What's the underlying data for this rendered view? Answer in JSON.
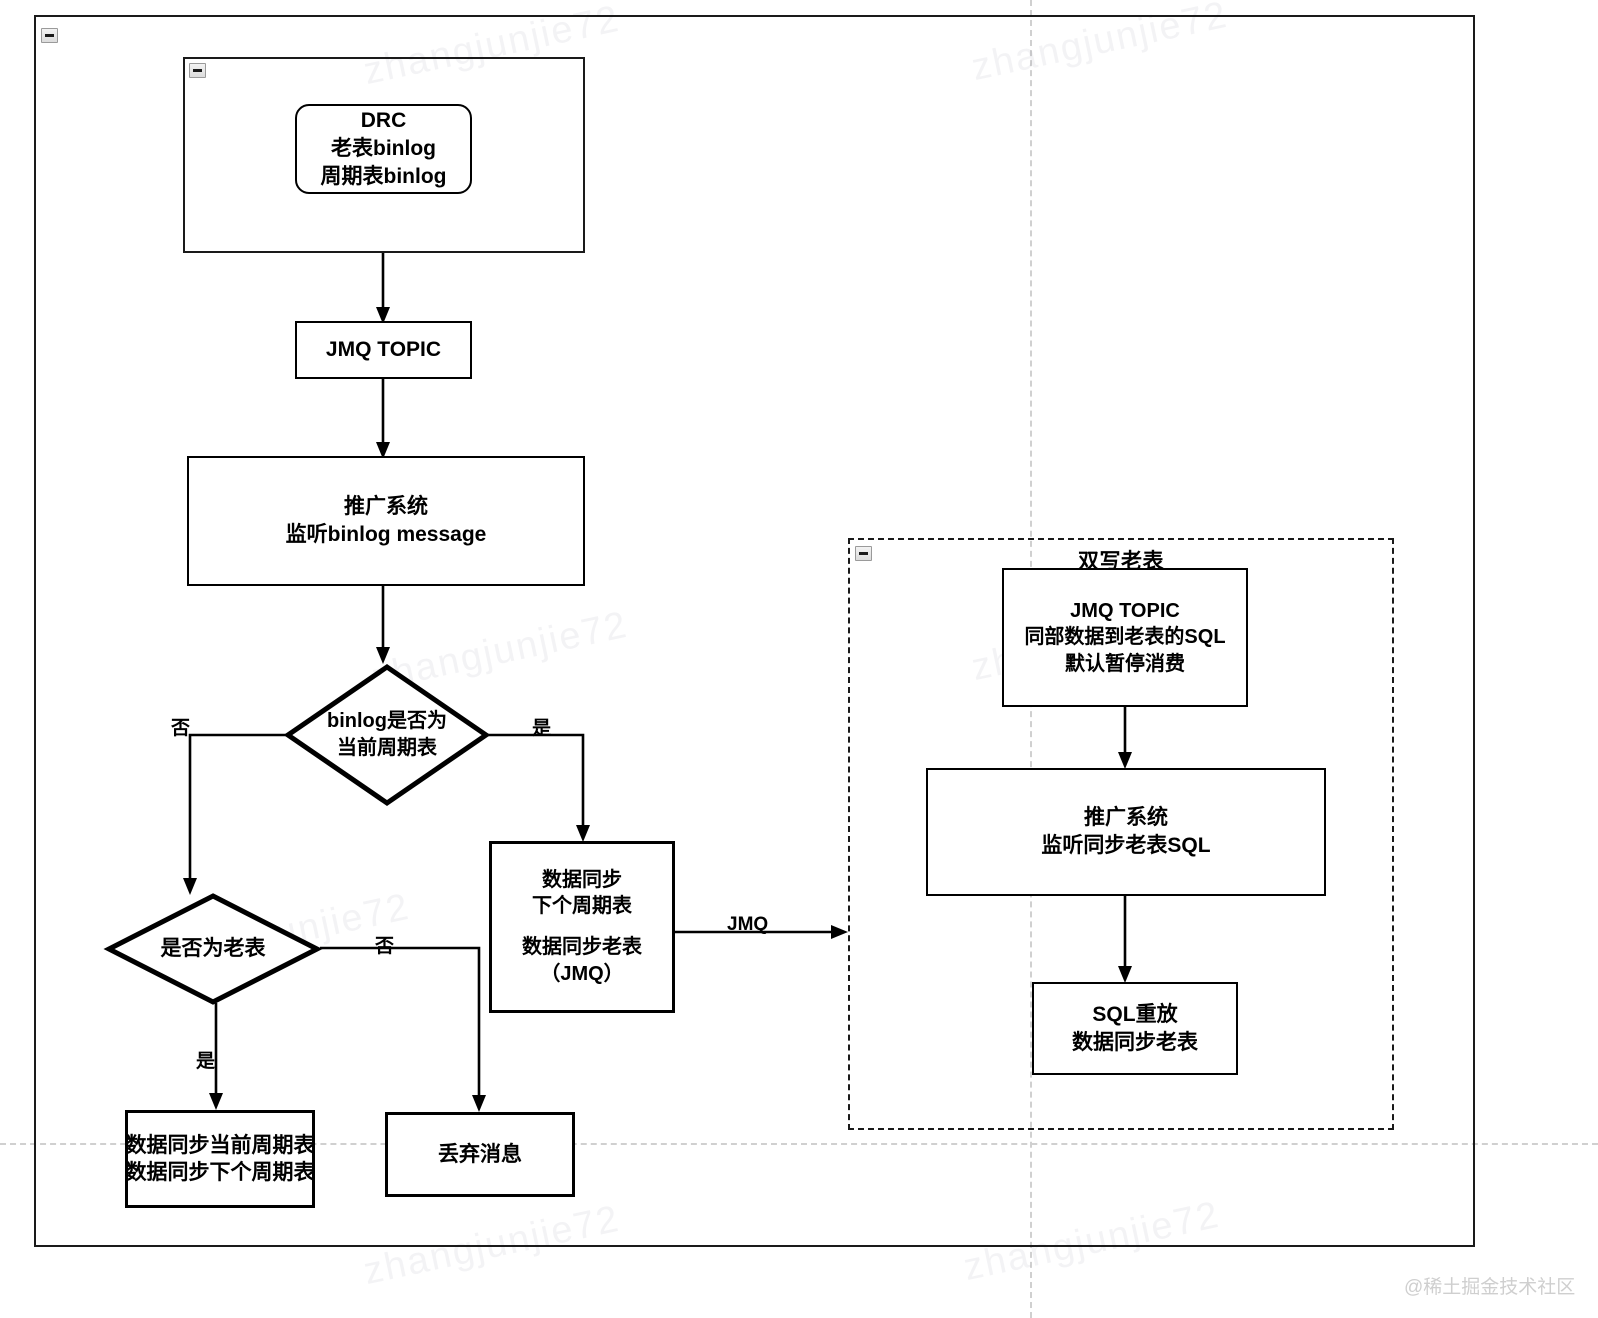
{
  "page": {
    "background": "#ffffff",
    "line_color": "#000000",
    "guide_color": "#d0d0d0",
    "credit": "@稀土掘金技术社区",
    "watermark_text": "zhangjunjie72"
  },
  "containers": {
    "outer": {
      "name": "outer-frame"
    },
    "source_group": {
      "name": "source-group"
    },
    "dual_write": {
      "title": "双写老表",
      "name": "dual-write-old-table-group"
    }
  },
  "nodes": {
    "drc": {
      "lines": [
        "DRC",
        "老表binlog",
        "周期表binlog"
      ]
    },
    "jmq_topic_left": {
      "lines": [
        "JMQ TOPIC"
      ]
    },
    "promo_system_left": {
      "lines": [
        "推广系统",
        "监听binlog message"
      ]
    },
    "sync_next_cycle": {
      "lines_top": [
        "数据同步",
        "下个周期表"
      ],
      "lines_bottom": [
        "数据同步老表",
        "（JMQ）"
      ]
    },
    "sync_current_cycle": {
      "text": "数据同步当前周期表 数据同步下个周期表"
    },
    "discard_message": {
      "lines": [
        "丢弃消息"
      ]
    },
    "jmq_topic_right": {
      "lines": [
        "JMQ TOPIC",
        "同部数据到老表的SQL",
        "默认暂停消费"
      ]
    },
    "promo_system_right": {
      "lines": [
        "推广系统",
        "监听同步老表SQL"
      ]
    },
    "sql_replay": {
      "lines": [
        "SQL重放",
        "数据同步老表"
      ]
    }
  },
  "decisions": {
    "binlog_is_current_cycle": {
      "lines": [
        "binlog是否为",
        "当前周期表"
      ]
    },
    "is_old_table": {
      "lines": [
        "是否为老表"
      ]
    }
  },
  "edge_labels": {
    "binlog_no": "否",
    "binlog_yes": "是",
    "old_table_no": "否",
    "old_table_yes": "是",
    "jmq": "JMQ"
  }
}
